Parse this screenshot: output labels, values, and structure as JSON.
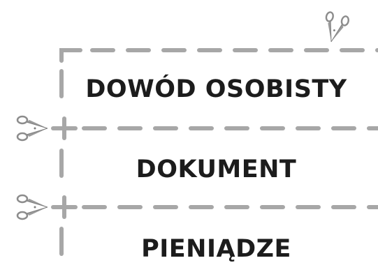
{
  "cards": [
    {
      "label": "DOWÓD OSOBISTY"
    },
    {
      "label": "DOKUMENT"
    },
    {
      "label": "PIENIĄDZE"
    }
  ],
  "colors": {
    "cut_line": "#a7a7a7",
    "scissors": "#8c8c8c",
    "text": "#1c1c1c",
    "background": "#ffffff"
  },
  "icons": [
    "scissors-icon",
    "plus-crosshair-icon"
  ]
}
